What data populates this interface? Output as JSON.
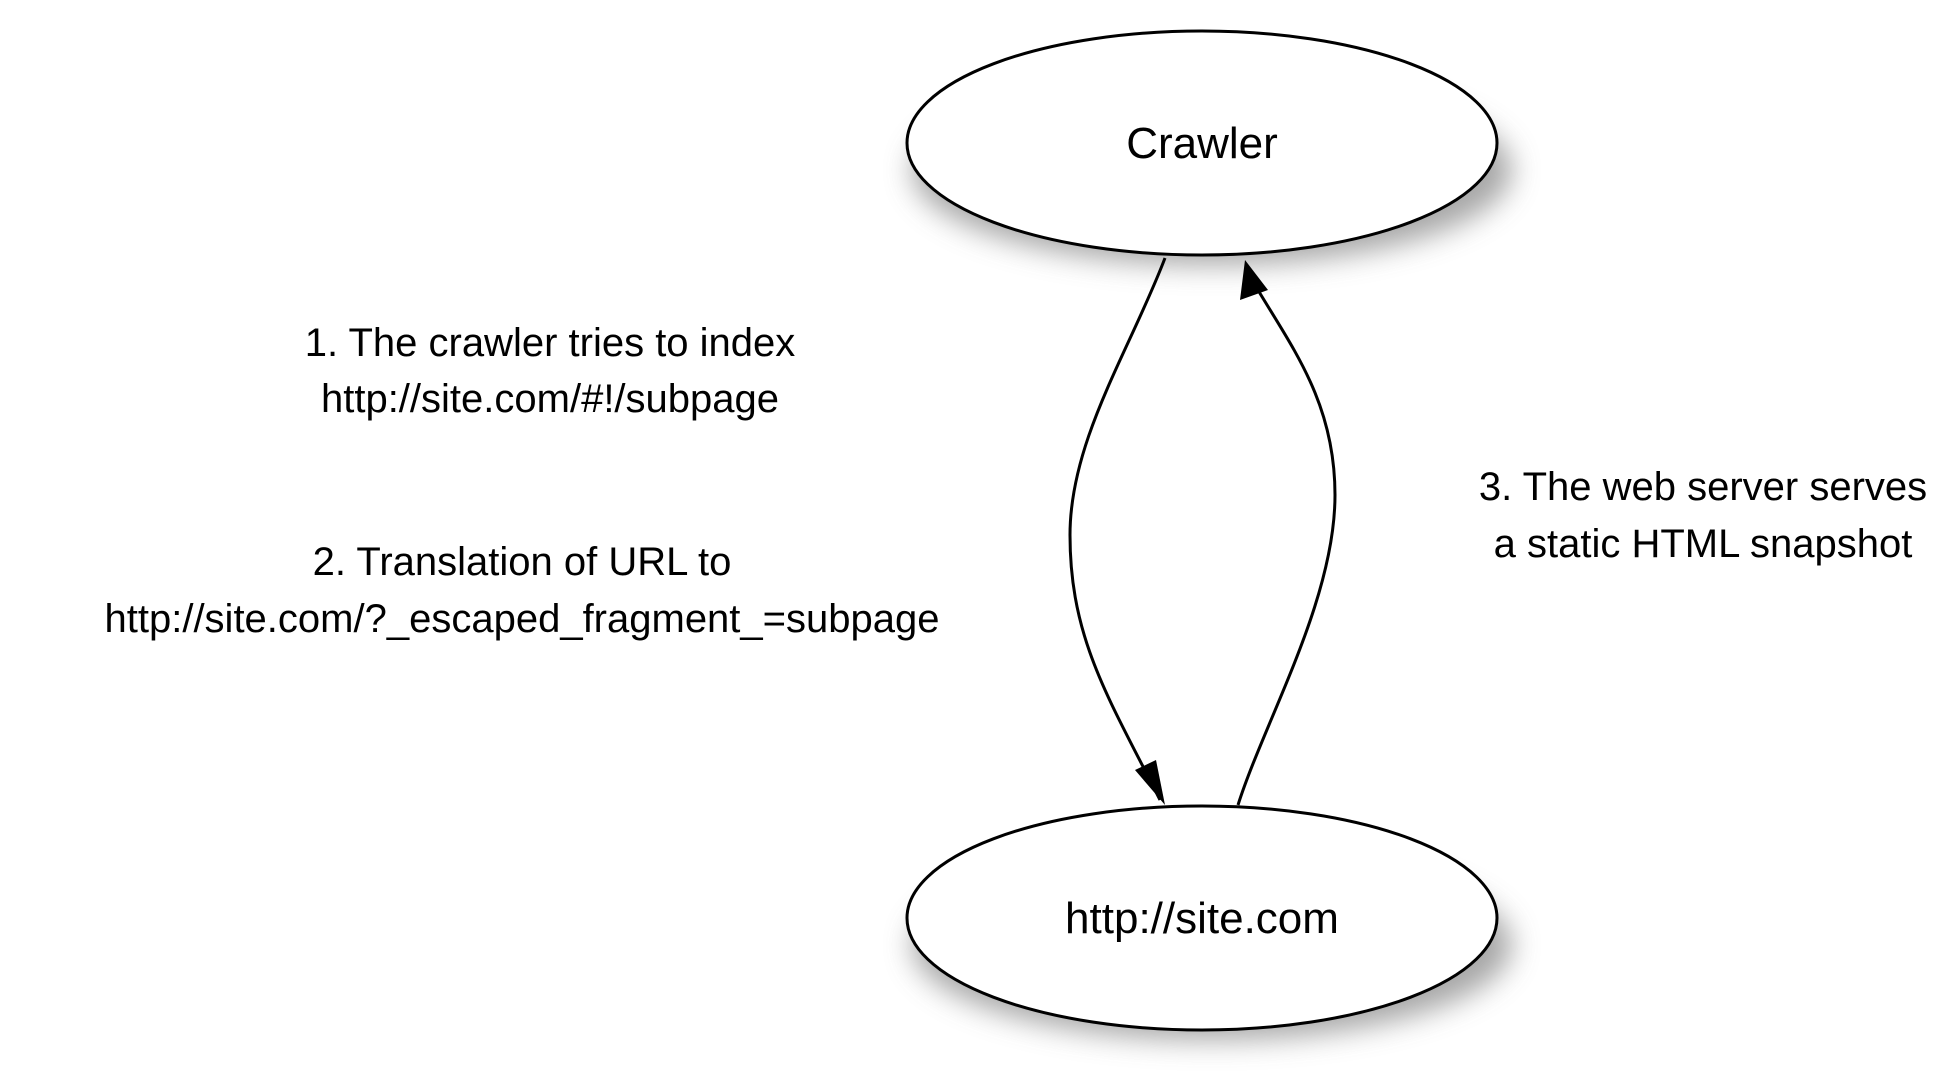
{
  "nodes": {
    "crawler": {
      "label": "Crawler"
    },
    "site": {
      "label": "http://site.com"
    }
  },
  "edges": {
    "request": {
      "step1_line1": "1. The crawler tries to index",
      "step1_line2": "http://site.com/#!/subpage",
      "step2_line1": "2. Translation of URL to",
      "step2_line2": "http://site.com/?_escaped_fragment_=subpage"
    },
    "response": {
      "step3_line1": "3. The web server serves",
      "step3_line2": "a static HTML snapshot"
    }
  },
  "colors": {
    "stroke": "#000000",
    "node_fill": "#ffffff",
    "shadow": "#8a8a8a",
    "background": "#ffffff"
  }
}
